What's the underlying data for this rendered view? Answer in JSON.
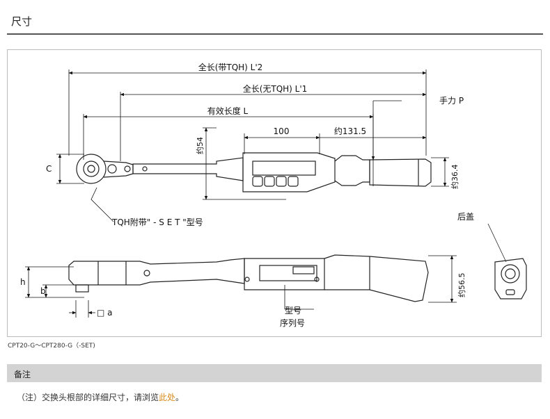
{
  "header": {
    "title": "尺寸"
  },
  "drawing": {
    "dims": {
      "overall_with_tqh": "全长(带TQH) L'2",
      "overall_without_tqh": "全长(无TQH) L'1",
      "effective_length": "有效长度 L",
      "dim_100": "100",
      "dim_131_5": "约131.5",
      "handle_force": "手力 P",
      "height_54": "约54",
      "dia_36_4": "约36.4",
      "c_label": "C",
      "tqh_label": "TQH附带\" - S E T \"型号",
      "rear_cover": "后盖",
      "dia_56_5": "约56.5",
      "h_label": "h",
      "b_label": "b",
      "a_label": "□ a",
      "model_label": "型号",
      "serial_label": "序列号"
    }
  },
  "caption": "CPT20-G～CPT280-G（-SET)",
  "remarks": {
    "title": "备注",
    "note_prefix": "（注）交换头根部的详细尺寸，请浏览",
    "note_link": "此处",
    "note_suffix": "。"
  }
}
